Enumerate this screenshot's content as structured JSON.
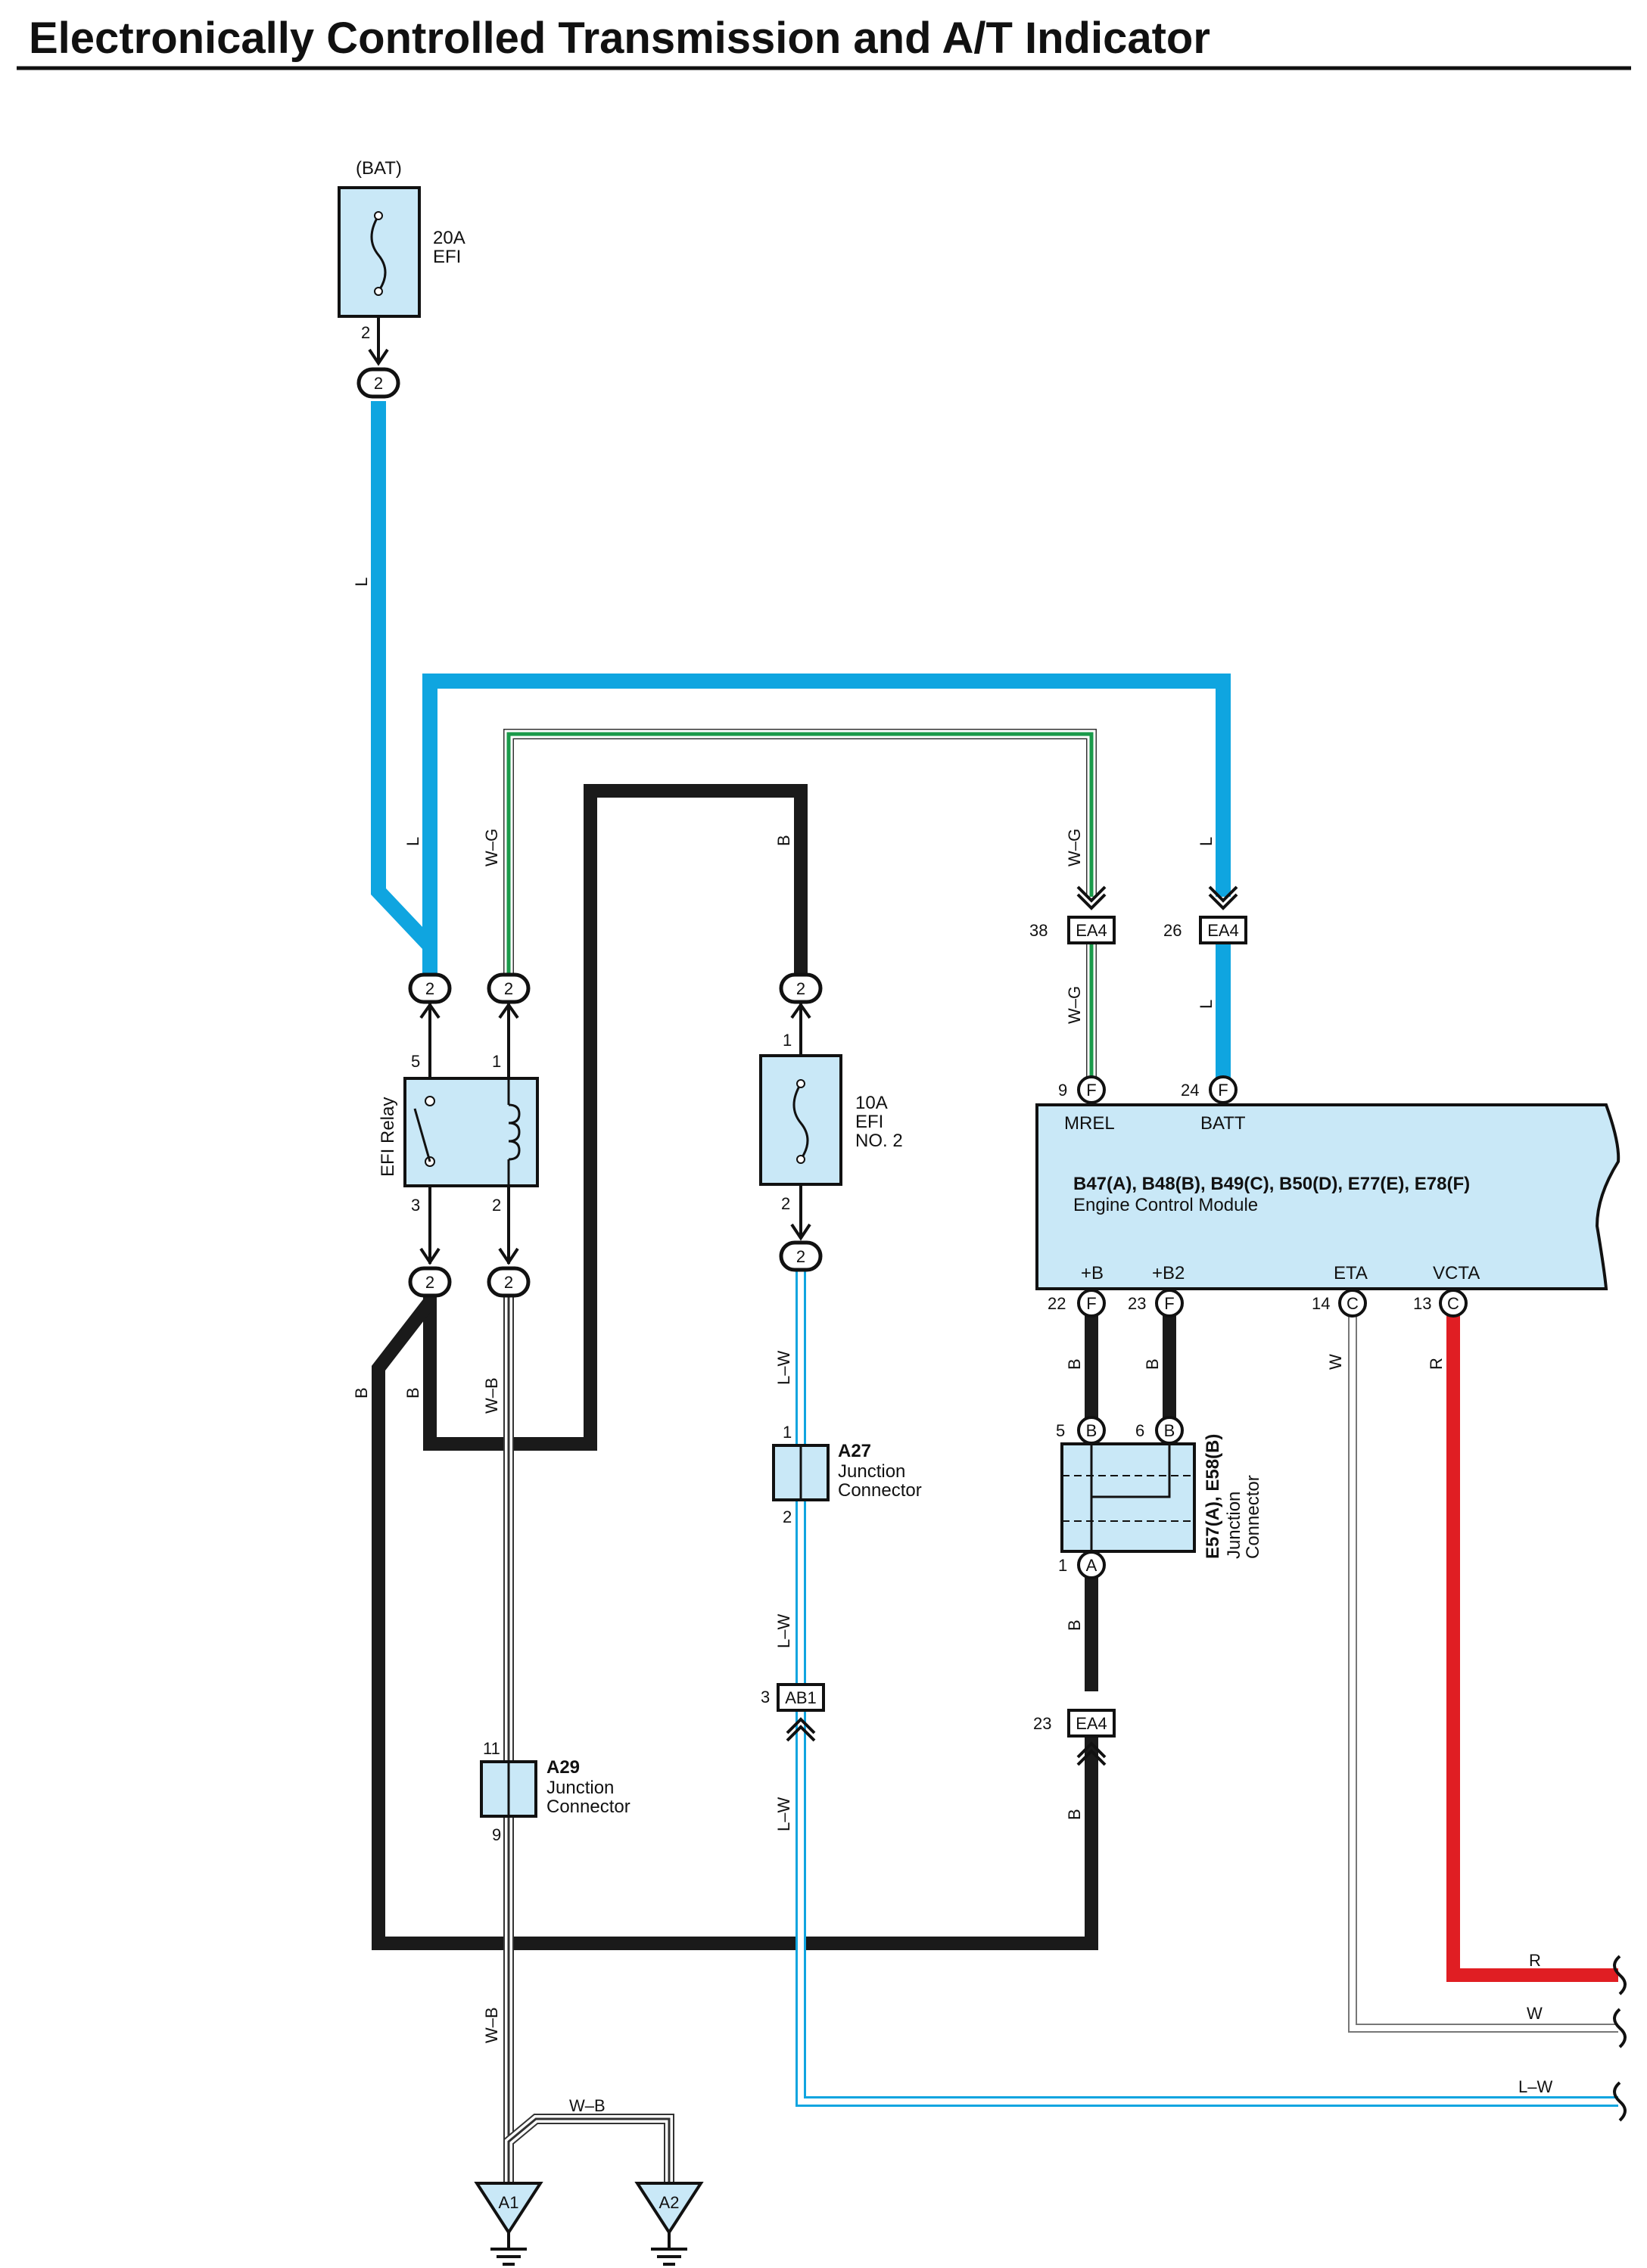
{
  "title": "Electronically Controlled Transmission and A/T Indicator",
  "colors": {
    "blue": "#0fa5e0",
    "black": "#1a1a1a",
    "red": "#e01e23",
    "green": "#1a9a4a",
    "component_fill": "#c9e8f7",
    "white_wire": "#ffffff"
  },
  "fuse_efi": {
    "source": "(BAT)",
    "rating": "20A",
    "name": "EFI",
    "pin_out": "2",
    "connector": "2"
  },
  "efi_relay": {
    "name": "EFI Relay",
    "pins": {
      "p5": "5",
      "p1": "1",
      "p3": "3",
      "p2": "2"
    },
    "connector": "2"
  },
  "fuse_efi2": {
    "rating": "10A",
    "name_line1": "EFI",
    "name_line2": "NO. 2",
    "pin_in": "1",
    "pin_out": "2",
    "connector": "2"
  },
  "a27": {
    "id": "A27",
    "line1": "Junction",
    "line2": "Connector",
    "pin_top": "1",
    "pin_bottom": "2"
  },
  "a29": {
    "id": "A29",
    "line1": "Junction",
    "line2": "Connector",
    "pin_top": "11",
    "pin_bottom": "9"
  },
  "ab1": {
    "pin": "3",
    "name": "AB1"
  },
  "ea4_38": {
    "pin": "38",
    "name": "EA4"
  },
  "ea4_26": {
    "pin": "26",
    "name": "EA4"
  },
  "ea4_23": {
    "pin": "23",
    "name": "EA4"
  },
  "ecm": {
    "ids": "B47(A), B48(B), B49(C), B50(D), E77(E), E78(F)",
    "name": "Engine Control Module",
    "top_pins": [
      {
        "num": "9",
        "conn": "F",
        "label": "MREL"
      },
      {
        "num": "24",
        "conn": "F",
        "label": "BATT"
      }
    ],
    "bottom_pins": [
      {
        "num": "22",
        "conn": "F",
        "label": "+B"
      },
      {
        "num": "23",
        "conn": "F",
        "label": "+B2"
      },
      {
        "num": "14",
        "conn": "C",
        "label": "ETA"
      },
      {
        "num": "13",
        "conn": "C",
        "label": "VCTA"
      }
    ]
  },
  "e57": {
    "ids": "E57(A), E58(B)",
    "line1": "Junction",
    "line2": "Connector",
    "pin5": "5",
    "pin6": "6",
    "pin1": "1",
    "conn_b": "B",
    "conn_a": "A"
  },
  "wire_labels": {
    "l_top": "L",
    "l_mid": "L",
    "wg_left": "W–G",
    "b_top": "B",
    "wg_right_top": "W–G",
    "l_right_top": "L",
    "wg_right_mid": "W–G",
    "l_right_mid": "L",
    "b_left_outer": "B",
    "b_left_inner": "B",
    "wb_upper": "W–B",
    "lw_1": "L–W",
    "lw_2": "L–W",
    "lw_3": "L–W",
    "b_ecm1": "B",
    "b_ecm2": "B",
    "w_eta": "W",
    "r_vcta": "R",
    "b_junction": "B",
    "b_ea4": "B",
    "wb_lower": "W–B",
    "wb_ground": "W–B",
    "r_end": "R",
    "w_end": "W",
    "lw_end": "L–W"
  },
  "grounds": {
    "a1": "A1",
    "a2": "A2"
  }
}
